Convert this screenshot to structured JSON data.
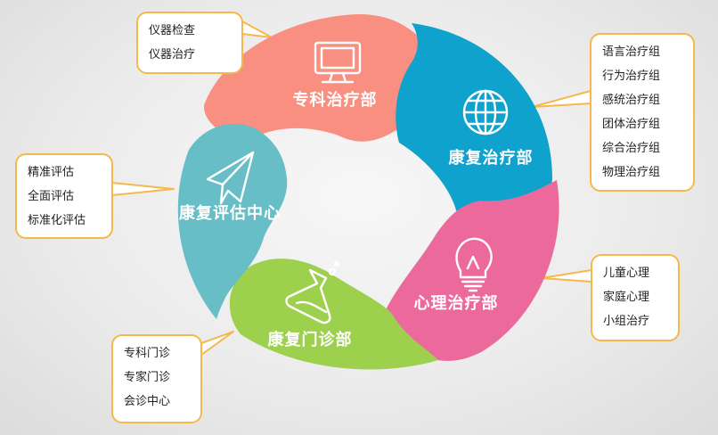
{
  "segments": [
    {
      "id": "zhuanke",
      "label": "专科治疗部",
      "color": "#f98f80",
      "icon": "monitor-icon"
    },
    {
      "id": "kangfu-zhiliao",
      "label": "康复治疗部",
      "color": "#0fa2cc",
      "icon": "globe-icon"
    },
    {
      "id": "xinli",
      "label": "心理治疗部",
      "color": "#eb6a9b",
      "icon": "lightbulb-icon"
    },
    {
      "id": "menzhen",
      "label": "康复门诊部",
      "color": "#9dd04d",
      "icon": "flask-icon"
    },
    {
      "id": "pinggu",
      "label": "康复评估中心",
      "color": "#67bec6",
      "icon": "paper-plane-icon"
    }
  ],
  "callouts": [
    {
      "segment": "zhuanke",
      "items": [
        "仪器检查",
        "仪器治疗"
      ]
    },
    {
      "segment": "kangfu-zhiliao",
      "items": [
        "语言治疗组",
        "行为治疗组",
        "感统治疗组",
        "团体治疗组",
        "综合治疗组",
        "物理治疗组"
      ]
    },
    {
      "segment": "xinli",
      "items": [
        "儿童心理",
        "家庭心理",
        "小组治疗"
      ]
    },
    {
      "segment": "menzhen",
      "items": [
        "专科门诊",
        "专家门诊",
        "会诊中心"
      ]
    },
    {
      "segment": "pinggu",
      "items": [
        "精准评估",
        "全面评估",
        "标准化评估"
      ]
    }
  ],
  "callout_border_color": "#f5b84a"
}
